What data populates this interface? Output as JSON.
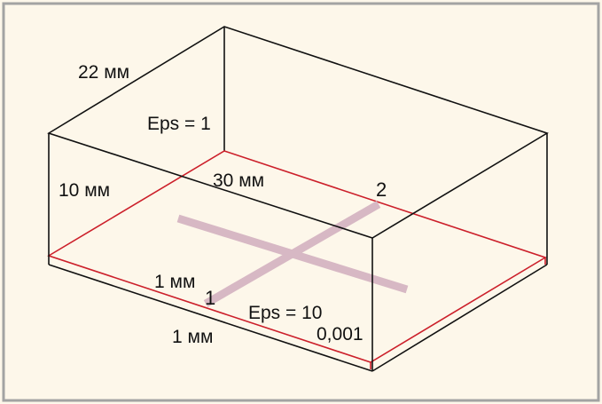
{
  "colors": {
    "background": "#fdf7ea",
    "frame": "#a3a3a3",
    "box_edge": "#111111",
    "layer_edge": "#cc1f2a",
    "strips": "#d7b8c4"
  },
  "labels": {
    "length": "22 мм",
    "width": "30 мм",
    "height": "10 мм",
    "upper_eps": "Eps = 1",
    "substrate_eps": "Eps = 10",
    "loss": "0,001",
    "strip_width": "1 мм",
    "substrate_thickness": "1 мм",
    "port1": "1",
    "port2": "2"
  }
}
